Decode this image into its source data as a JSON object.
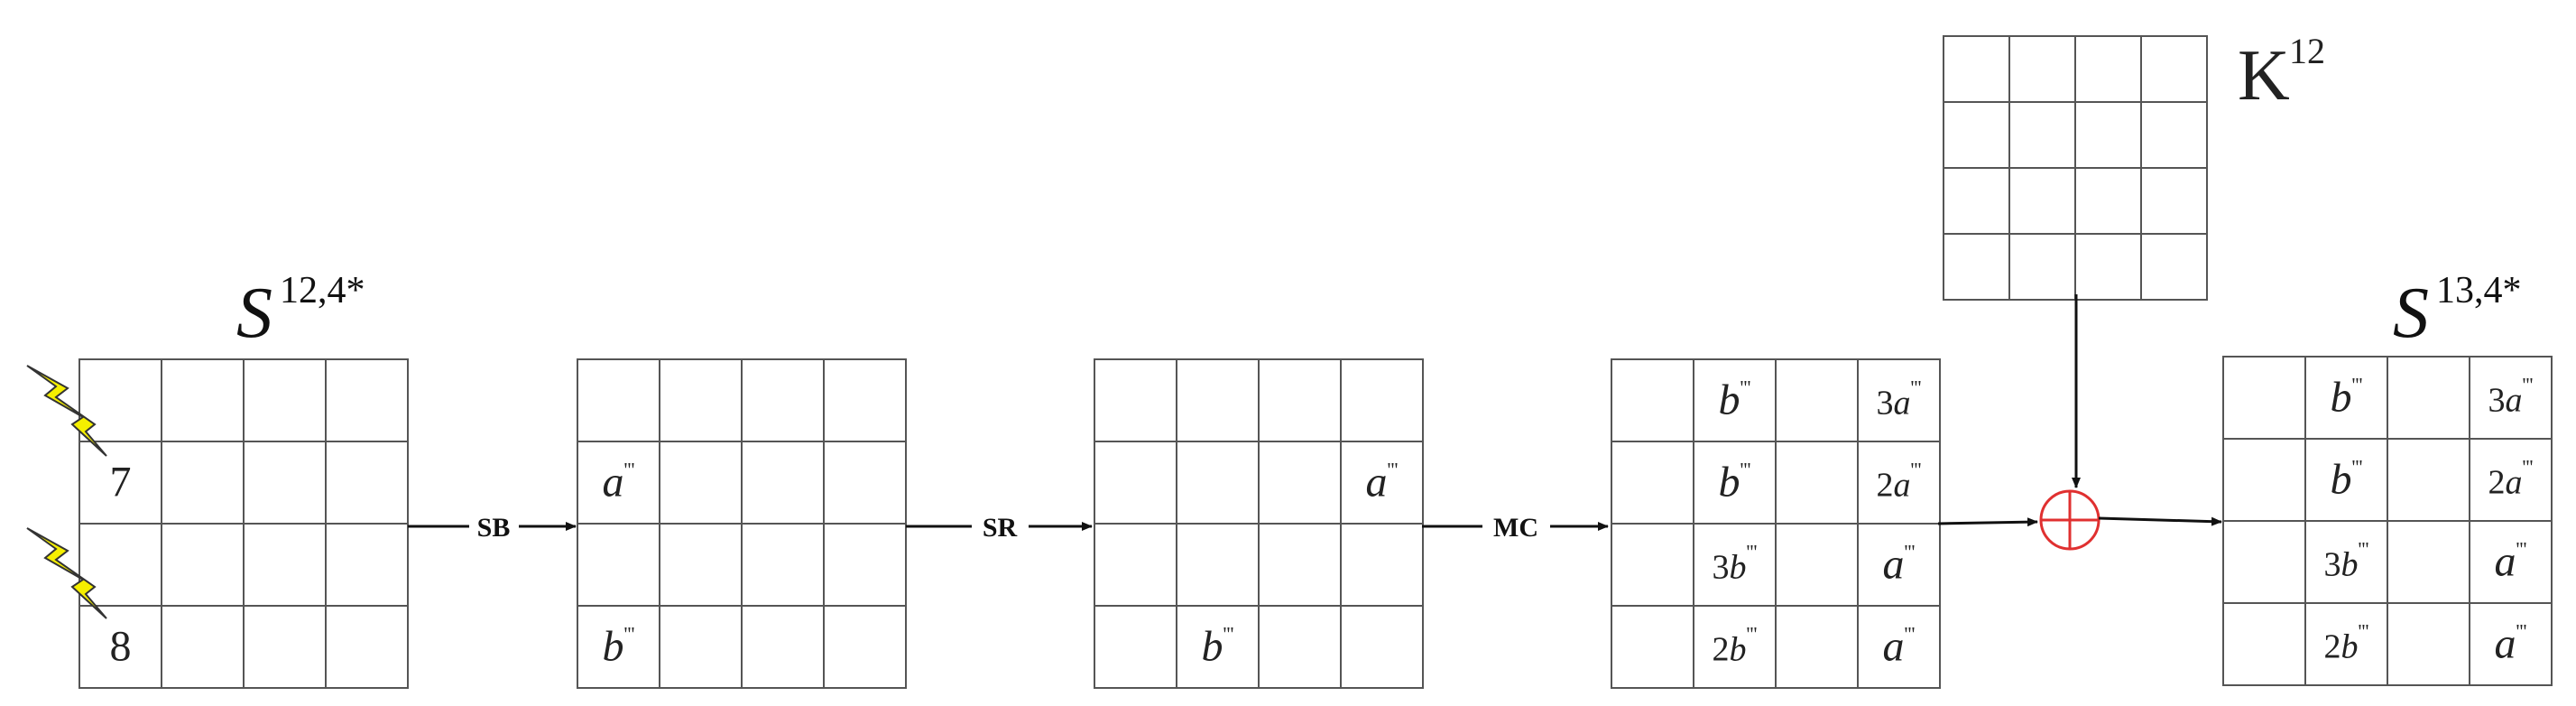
{
  "labels": {
    "state_in_base": "S",
    "state_in_sup": "12,4*",
    "state_out_base": "S",
    "state_out_sup": "13,4*",
    "key_base": "K",
    "key_sup": "12"
  },
  "operations": [
    "SB",
    "SR",
    "MC"
  ],
  "grids": [
    {
      "name": "state-s12-4",
      "cells": [
        [
          "",
          "",
          "",
          ""
        ],
        [
          "7",
          "",
          "",
          ""
        ],
        [
          "",
          "",
          "",
          ""
        ],
        [
          "8",
          "",
          "",
          ""
        ]
      ]
    },
    {
      "name": "after-subbytes",
      "cells": [
        [
          "",
          "",
          "",
          ""
        ],
        [
          "a'''",
          "",
          "",
          ""
        ],
        [
          "",
          "",
          "",
          ""
        ],
        [
          "b'''",
          "",
          "",
          ""
        ]
      ]
    },
    {
      "name": "after-shiftrows",
      "cells": [
        [
          "",
          "",
          "",
          ""
        ],
        [
          "",
          "",
          "",
          "a'''"
        ],
        [
          "",
          "",
          "",
          ""
        ],
        [
          "",
          "b'''",
          "",
          ""
        ]
      ]
    },
    {
      "name": "after-mixcolumns",
      "cells": [
        [
          "",
          "b'''",
          "",
          "3a'''"
        ],
        [
          "",
          "b'''",
          "",
          "2a'''"
        ],
        [
          "",
          "3b'''",
          "",
          "a'''"
        ],
        [
          "",
          "2b'''",
          "",
          "a'''"
        ]
      ]
    },
    {
      "name": "state-s13-4",
      "cells": [
        [
          "",
          "b'''",
          "",
          "3a'''"
        ],
        [
          "",
          "b'''",
          "",
          "2a'''"
        ],
        [
          "",
          "3b'''",
          "",
          "a'''"
        ],
        [
          "",
          "2b'''",
          "",
          "a'''"
        ]
      ]
    }
  ],
  "key_grid": {
    "name": "key-k12",
    "cells": [
      [
        "",
        "",
        "",
        ""
      ],
      [
        "",
        "",
        "",
        ""
      ],
      [
        "",
        "",
        "",
        ""
      ],
      [
        "",
        "",
        "",
        ""
      ]
    ]
  },
  "colors": {
    "shaded": "#c0c0c0",
    "fault": "#f5ef00",
    "xor": "#e03030",
    "line": "#555555"
  }
}
